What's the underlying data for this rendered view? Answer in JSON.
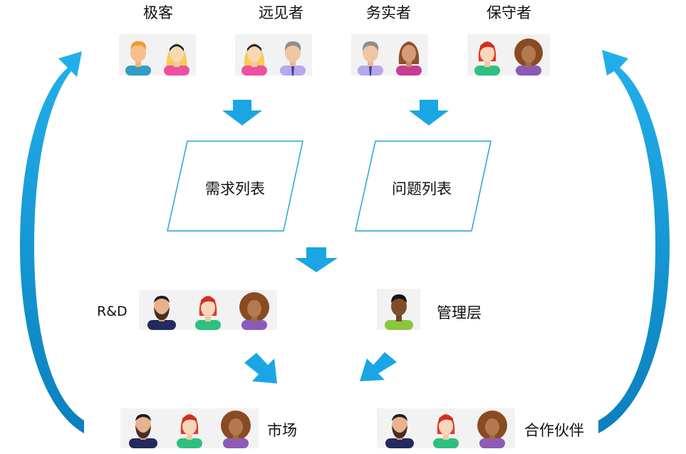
{
  "personas": {
    "innovators": "极客",
    "visionaries": "远见者",
    "pragmatists": "务实者",
    "conservatives": "保守者"
  },
  "lists": {
    "requirements": "需求列表",
    "issues": "问题列表"
  },
  "teams": {
    "rnd": "R&D",
    "management": "管理层"
  },
  "outputs": {
    "market": "市场",
    "partners": "合作伙伴"
  },
  "colors": {
    "arrow_blue": "#1aa6e4",
    "arrow_blue_dark": "#0d82c2",
    "outline_blue": "#29a3dc",
    "avatar_bg": "#f2f2f2"
  }
}
